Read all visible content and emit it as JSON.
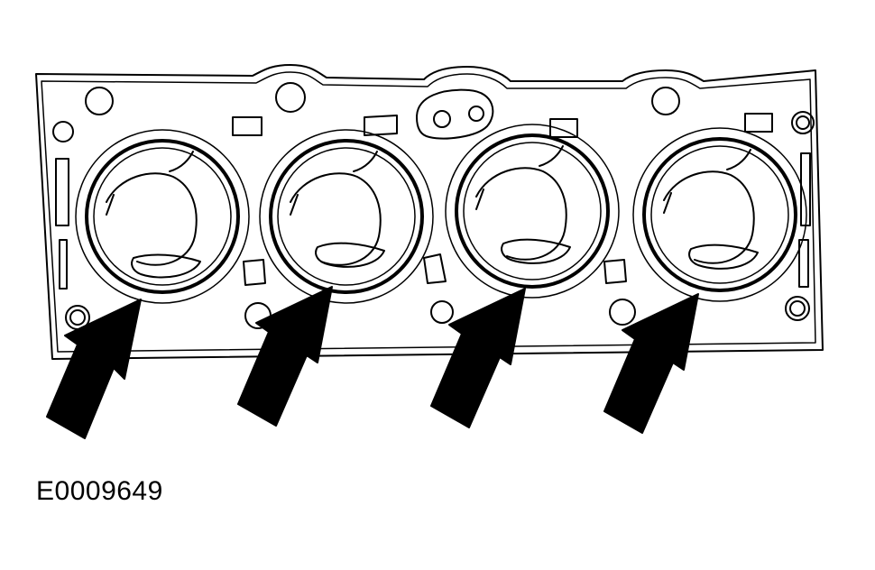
{
  "figure": {
    "code": "E0009649"
  },
  "colors": {
    "line": "#000000",
    "background": "#ffffff"
  },
  "gasket": {
    "cylinder_bores": 4,
    "arrows": 4
  }
}
